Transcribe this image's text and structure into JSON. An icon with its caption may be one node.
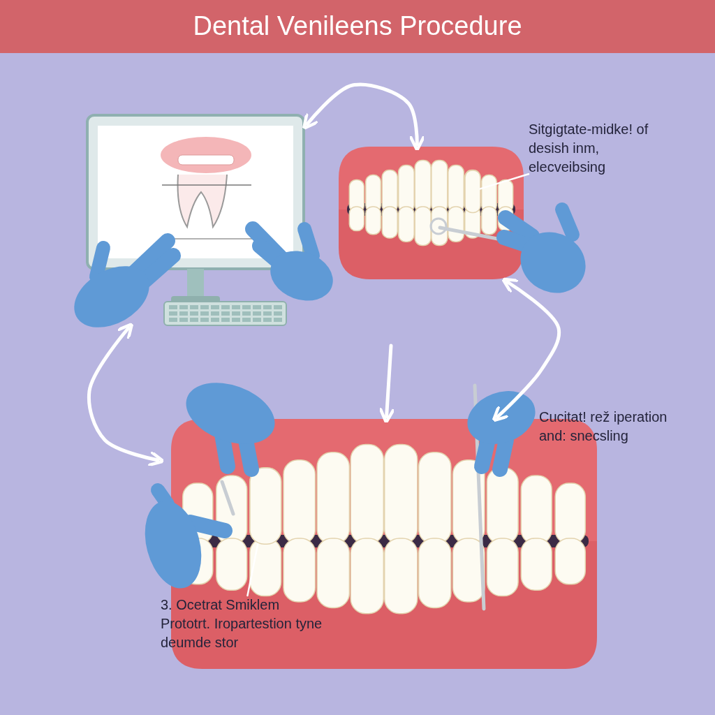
{
  "diagram": {
    "title": "Dental Venileens Procedure",
    "nodes": [
      {
        "text": [],
        "shape": "picture"
      },
      {
        "text": [],
        "shape": "picture"
      },
      {
        "text": [
          "Sitgigtate-midke! of desish inm, elecveibsing"
        ]
      },
      {
        "text": [
          "Cucitat! rež iperation and: snecsling"
        ]
      },
      {
        "text": [],
        "shape": "picture"
      },
      {
        "text": [
          "3. Ocetrat Smiklem Prototrt. Iropartestion tyne deumde stor"
        ]
      },
      {
        "text": [],
        "shape": "tooth"
      },
      {
        "text": [],
        "shape": "tooth"
      }
    ],
    "edges": [
      {
        "from": 0,
        "to": 1,
        "arrow": "both"
      },
      {
        "from": 1,
        "to": 4,
        "arrow": "both"
      },
      {
        "from": 0,
        "to": 4,
        "arrow": "both"
      },
      {
        "from": null,
        "to": 4,
        "arrow": "to"
      },
      {
        "from": 2,
        "to": 6,
        "arrow": "none"
      },
      {
        "from": 5,
        "to": 7,
        "arrow": "none"
      }
    ]
  }
}
